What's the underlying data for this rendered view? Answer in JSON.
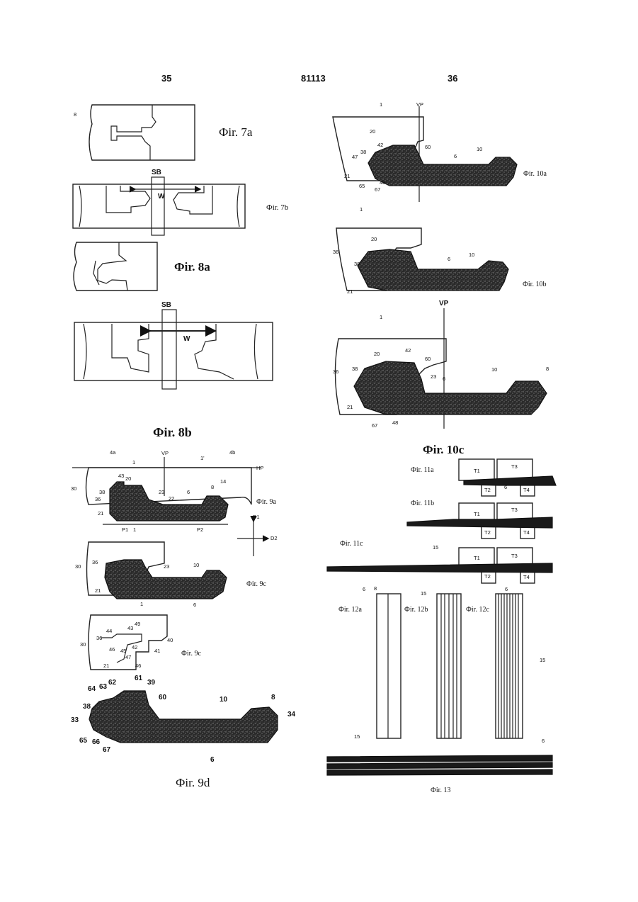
{
  "header": {
    "page_left": "35",
    "doc_number": "81113",
    "page_right": "36"
  },
  "captions": {
    "fig7a": "Фir. 7a",
    "fig7b": "Фir. 7b",
    "fig8a": "Фir. 8a",
    "fig8b": "Фir. 8b",
    "fig9a": "Фir. 9a",
    "fig9c_1": "Фir. 9c",
    "fig9c_2": "Фir. 9c",
    "fig9d": "Фir. 9d",
    "fig10a": "Фir. 10a",
    "fig10b": "Фir. 10b",
    "fig10c": "Фir. 10c",
    "fig11a": "Фir. 11a",
    "fig11b": "Фir. 11b",
    "fig11c": "Фir. 11c",
    "fig12a": "Фir. 12a",
    "fig12b": "Фir. 12b",
    "fig12c": "Фir. 12c",
    "fig13": "Фir. 13"
  },
  "labels": {
    "sb": "SB",
    "w": "W",
    "vp": "VP",
    "hp": "HP",
    "p1": "P1",
    "p2": "P2",
    "d1": "D1",
    "d2": "D2",
    "t1": "T1",
    "t2": "T2",
    "t3": "T3",
    "t4": "T4",
    "n1": "1",
    "n1p": "1'",
    "n4a": "4a",
    "n4b": "4b",
    "n6": "6",
    "n8": "8",
    "n10": "10",
    "n14": "14",
    "n15": "15",
    "n20": "20",
    "n21": "21",
    "n22": "22",
    "n23": "23",
    "n30": "30",
    "n33": "33",
    "n34": "34",
    "n36": "36",
    "n38": "38",
    "n39": "39",
    "n40": "40",
    "n41": "41",
    "n42": "42",
    "n43": "43",
    "n44": "44",
    "n45": "45",
    "n46": "46",
    "n47": "47",
    "n48": "48",
    "n49": "49",
    "n60": "60",
    "n61": "61",
    "n62": "62",
    "n63": "63",
    "n64": "64",
    "n65": "65",
    "n66": "66",
    "n67": "67"
  }
}
